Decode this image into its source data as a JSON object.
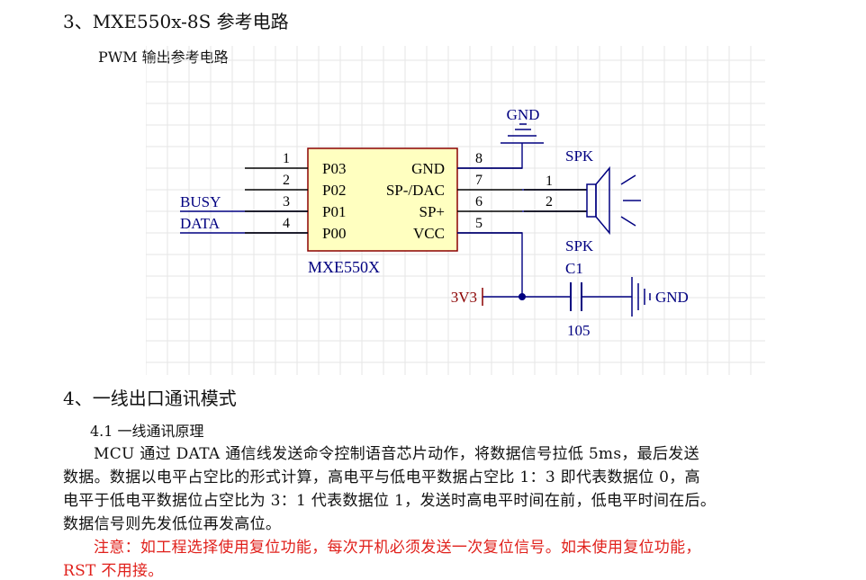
{
  "section3": {
    "title": "3、MXE550x-8S 参考电路",
    "subtitle": "PWM 输出参考电路"
  },
  "schematic": {
    "chip_name": "MXE550X",
    "left_pins": [
      {
        "num": "1",
        "label": "P03",
        "net": ""
      },
      {
        "num": "2",
        "label": "P02",
        "net": ""
      },
      {
        "num": "3",
        "label": "P01",
        "net": "BUSY"
      },
      {
        "num": "4",
        "label": "P00",
        "net": "DATA"
      }
    ],
    "right_pins": [
      {
        "num": "8",
        "label": "GND"
      },
      {
        "num": "7",
        "label": "SP-/DAC"
      },
      {
        "num": "6",
        "label": "SP+"
      },
      {
        "num": "5",
        "label": "VCC"
      }
    ],
    "gnd_top": "GND",
    "speaker_top": "SPK",
    "speaker_pin1": "1",
    "speaker_pin2": "2",
    "speaker_bottom": "SPK",
    "cap_name": "C1",
    "cap_value": "105",
    "power_label": "3V3",
    "gnd_right": "GND",
    "colors": {
      "wire": "#000080",
      "part": "#8b0000",
      "grid": "#e6e6e6",
      "chip_fill": "#ffffc0",
      "label": "#000080"
    }
  },
  "section4": {
    "title": "4、一线出口通讯模式",
    "subtitle": "4.1 一线通讯原理",
    "para_lines": [
      "MCU 通过 DATA 通信线发送命令控制语音芯片动作，将数据信号拉低 5ms，最后发送",
      "数据。数据以电平占空比的形式计算，高电平与低电平数据占空比 1：3 即代表数据位 0，高",
      "电平于低电平数据位占空比为 3：1 代表数据位 1，发送时高电平时间在前，低电平时间在后。",
      "数据信号则先发低位再发高位。"
    ],
    "note_lines": [
      "注意：如工程选择使用复位功能，每次开机必须发送一次复位信号。如未使用复位功能，",
      "RST 不用接。"
    ]
  }
}
